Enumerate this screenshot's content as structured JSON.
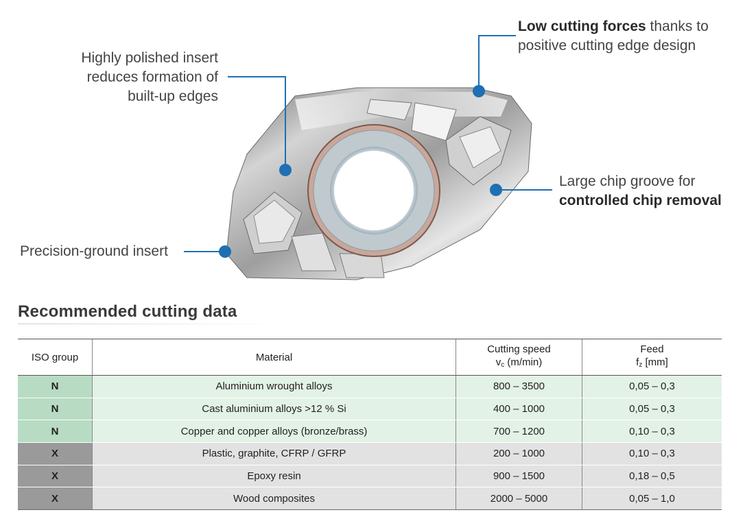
{
  "callouts": {
    "polished": {
      "line1": "Highly polished insert",
      "line2": "reduces formation of",
      "line3": "built-up edges"
    },
    "low_forces": {
      "bold": "Low cutting forces",
      "rest": " thanks to",
      "line2": "positive cutting edge design"
    },
    "chip_groove": {
      "line1": "Large chip groove for",
      "bold": "controlled chip removal"
    },
    "precision": {
      "line1": "Precision-ground insert"
    }
  },
  "section_title": "Recommended cutting data",
  "table": {
    "headers": {
      "iso": "ISO group",
      "material": "Material",
      "speed_line1": "Cutting speed",
      "speed_symbol": "v",
      "speed_sub": "c",
      "speed_unit": " (m/min)",
      "feed_line1": "Feed",
      "feed_symbol": "f",
      "feed_sub": "z",
      "feed_unit": " [mm]"
    },
    "rows": [
      {
        "iso": "N",
        "material": "Aluminium wrought alloys",
        "speed": "800 – 3500",
        "feed": "0,05 – 0,3"
      },
      {
        "iso": "N",
        "material": "Cast aluminium alloys >12 % Si",
        "speed": "400 – 1000",
        "feed": "0,05 – 0,3"
      },
      {
        "iso": "N",
        "material": "Copper and copper alloys (bronze/brass)",
        "speed": "700 – 1200",
        "feed": "0,10 – 0,3"
      },
      {
        "iso": "X",
        "material": "Plastic, graphite, CFRP / GFRP",
        "speed": "200 – 1000",
        "feed": "0,10 – 0,3"
      },
      {
        "iso": "X",
        "material": "Epoxy resin",
        "speed": "900 – 1500",
        "feed": "0,18 – 0,5"
      },
      {
        "iso": "X",
        "material": "Wood composites",
        "speed": "2000 – 5000",
        "feed": "0,05 – 1,0"
      }
    ]
  },
  "colors": {
    "accent_blue": "#1f6fb2",
    "n_group_dark": "#b7dcc3",
    "n_group_light": "#e3f2e6",
    "x_group_dark": "#9a9a9a",
    "x_group_light": "#e2e2e2"
  }
}
